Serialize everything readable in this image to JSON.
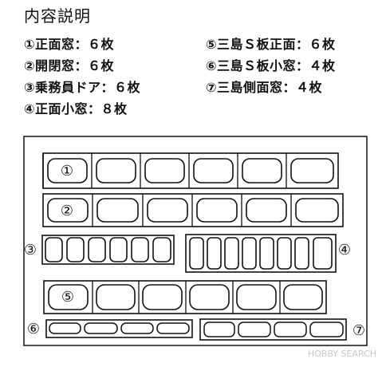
{
  "title": "内容説明",
  "specs": [
    {
      "text": "①正面窓：６枚"
    },
    {
      "text": "②開閉窓：６枚"
    },
    {
      "text": "③乗務員ドア：６枚"
    },
    {
      "text": "④正面小窓：８枚"
    },
    {
      "text": "⑤三島Ｓ板正面：６枚"
    },
    {
      "text": "⑥三島Ｓ板小窓：４枚"
    },
    {
      "text": "⑦三島側面窓：４枚"
    }
  ],
  "parts": [
    {
      "label": "①",
      "count": 6
    },
    {
      "label": "②",
      "count": 6
    },
    {
      "label": "③",
      "count": 6
    },
    {
      "label": "④",
      "count": 8
    },
    {
      "label": "⑤",
      "count": 6
    },
    {
      "label": "⑥",
      "count": 4
    },
    {
      "label": "⑦",
      "count": 4
    }
  ],
  "watermark": "HOBBY SEARCH"
}
